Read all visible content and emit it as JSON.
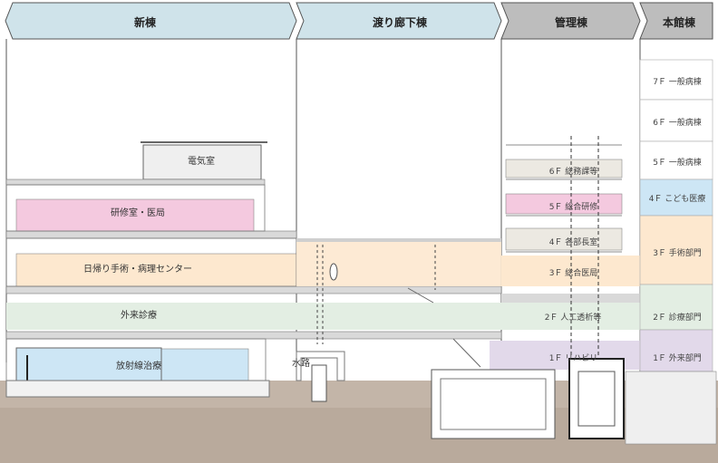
{
  "header": {
    "new_building": "新棟",
    "corridor_building": "渡り廊下棟",
    "admin_building": "管理棟",
    "main_building": "本館棟"
  },
  "new_building_rooms": {
    "electrical_room": "電気室",
    "training_room": "研修室・医局",
    "day_surgery": "日帰り手術・病理センター",
    "outpatient": "外来診療",
    "radiation": "放射線治療"
  },
  "corridor": {
    "waterway": "水路"
  },
  "admin_floors": [
    "6Ｆ 総務課等",
    "5Ｆ 総合研修",
    "4Ｆ 各部長室",
    "3Ｆ 総合医局",
    "2Ｆ 人工透析等",
    "1Ｆ リハビリ"
  ],
  "main_floors": [
    "7Ｆ 一般病棟",
    "6Ｆ 一般病棟",
    "5Ｆ 一般病棟",
    "4Ｆ こども医療",
    "3Ｆ 手術部門",
    "2Ｆ 診療部門",
    "1Ｆ 外来部門"
  ],
  "colors": {
    "header_blue": "#cfe3ea",
    "header_gray": "#bdbdbd",
    "pink": "#f4c9df",
    "beige": "#fde8cf",
    "green": "#e3eee3",
    "blue": "#cde6f5",
    "lavender": "#e2d9ea",
    "ground": "#b9aa9c"
  }
}
